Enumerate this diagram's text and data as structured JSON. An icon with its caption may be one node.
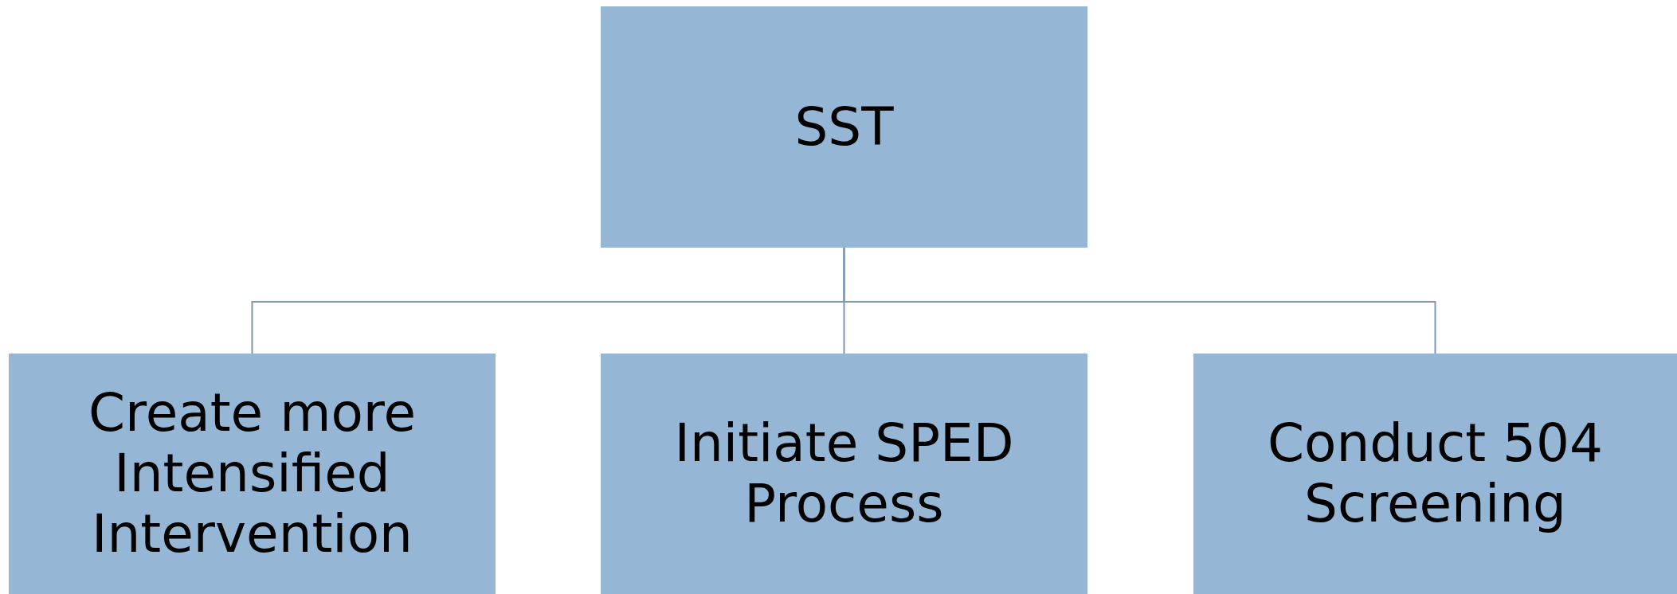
{
  "diagram": {
    "nodes": [
      {
        "text": [
          "SST"
        ]
      },
      {
        "text": [
          "Create more Intensified Intervention"
        ]
      },
      {
        "text": [
          "Initiate SPED Process"
        ]
      },
      {
        "text": [
          "Conduct 504 Screening"
        ]
      }
    ],
    "edges": [
      {
        "from": 0,
        "to": 1,
        "arrow": "none"
      },
      {
        "from": 0,
        "to": 2,
        "arrow": "none"
      },
      {
        "from": 0,
        "to": 3,
        "arrow": "none"
      }
    ]
  }
}
